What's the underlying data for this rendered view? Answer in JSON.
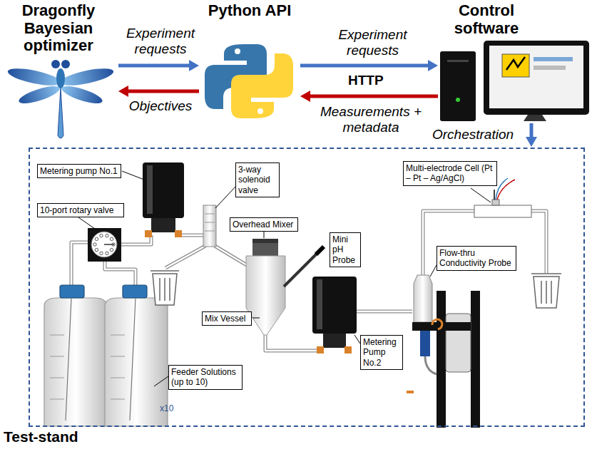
{
  "diagram": {
    "nodes": [
      {
        "text": [
          "Dragonfly Bayesian optimizer"
        ]
      },
      {
        "text": [
          "Python API"
        ]
      },
      {
        "text": [
          "Control software"
        ]
      },
      {
        "text": [
          "Test-stand"
        ]
      },
      {
        "text": [
          "Metering pump No.1"
        ],
        "in": 3
      },
      {
        "text": [
          "10-port rotary valve"
        ],
        "in": 3
      },
      {
        "text": [
          "3-way solenoid valve"
        ],
        "in": 3
      },
      {
        "text": [
          "Overhead Mixer"
        ],
        "in": 3
      },
      {
        "text": [
          "Mini pH Probe"
        ],
        "in": 3
      },
      {
        "text": [
          "Mix Vessel"
        ],
        "in": 3
      },
      {
        "text": [
          "Metering Pump No.2"
        ],
        "in": 3
      },
      {
        "text": [
          "Feeder Solutions (up to 10)"
        ],
        "in": 3
      },
      {
        "text": [
          "Multi-electrode Cell (Pt – Pt – Ag/AgCl)"
        ],
        "in": 3
      },
      {
        "text": [
          "Flow-thru Conductivity Probe"
        ],
        "in": 3
      }
    ],
    "edges": [
      {
        "from": 0,
        "to": 1,
        "label": "Experiment requests",
        "arrow": "to"
      },
      {
        "from": 1,
        "to": 0,
        "label": "Objectives",
        "arrow": "to"
      },
      {
        "from": 1,
        "to": 2,
        "label": "Experiment requests",
        "arrow": "to"
      },
      {
        "from": 2,
        "to": 1,
        "label": "Measurements + metadata",
        "arrow": "to"
      },
      {
        "from": 2,
        "to": 3,
        "label": "Orchestration",
        "arrow": "to"
      }
    ],
    "labels": [
      "HTTP",
      "x10"
    ]
  }
}
